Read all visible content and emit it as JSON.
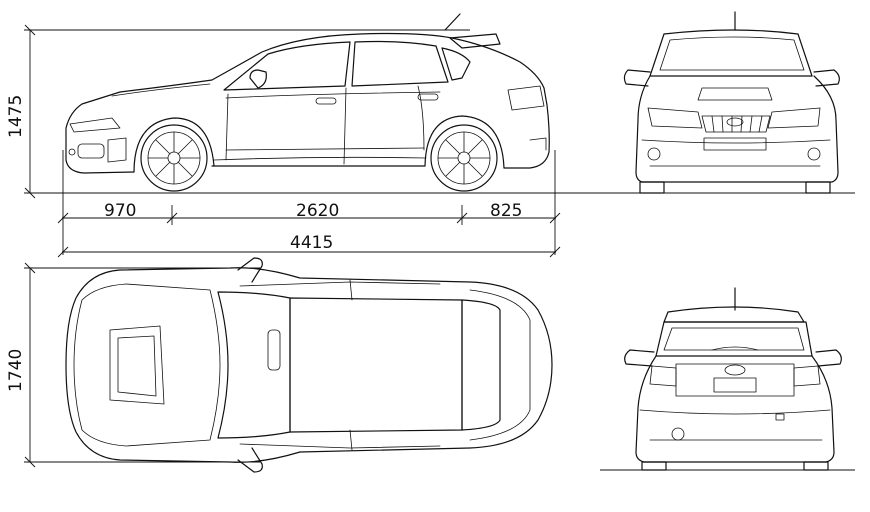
{
  "dimensions": {
    "front_overhang": "970",
    "wheelbase": "2620",
    "rear_overhang": "825",
    "overall_length": "4415",
    "height": "1475",
    "width": "1740"
  }
}
